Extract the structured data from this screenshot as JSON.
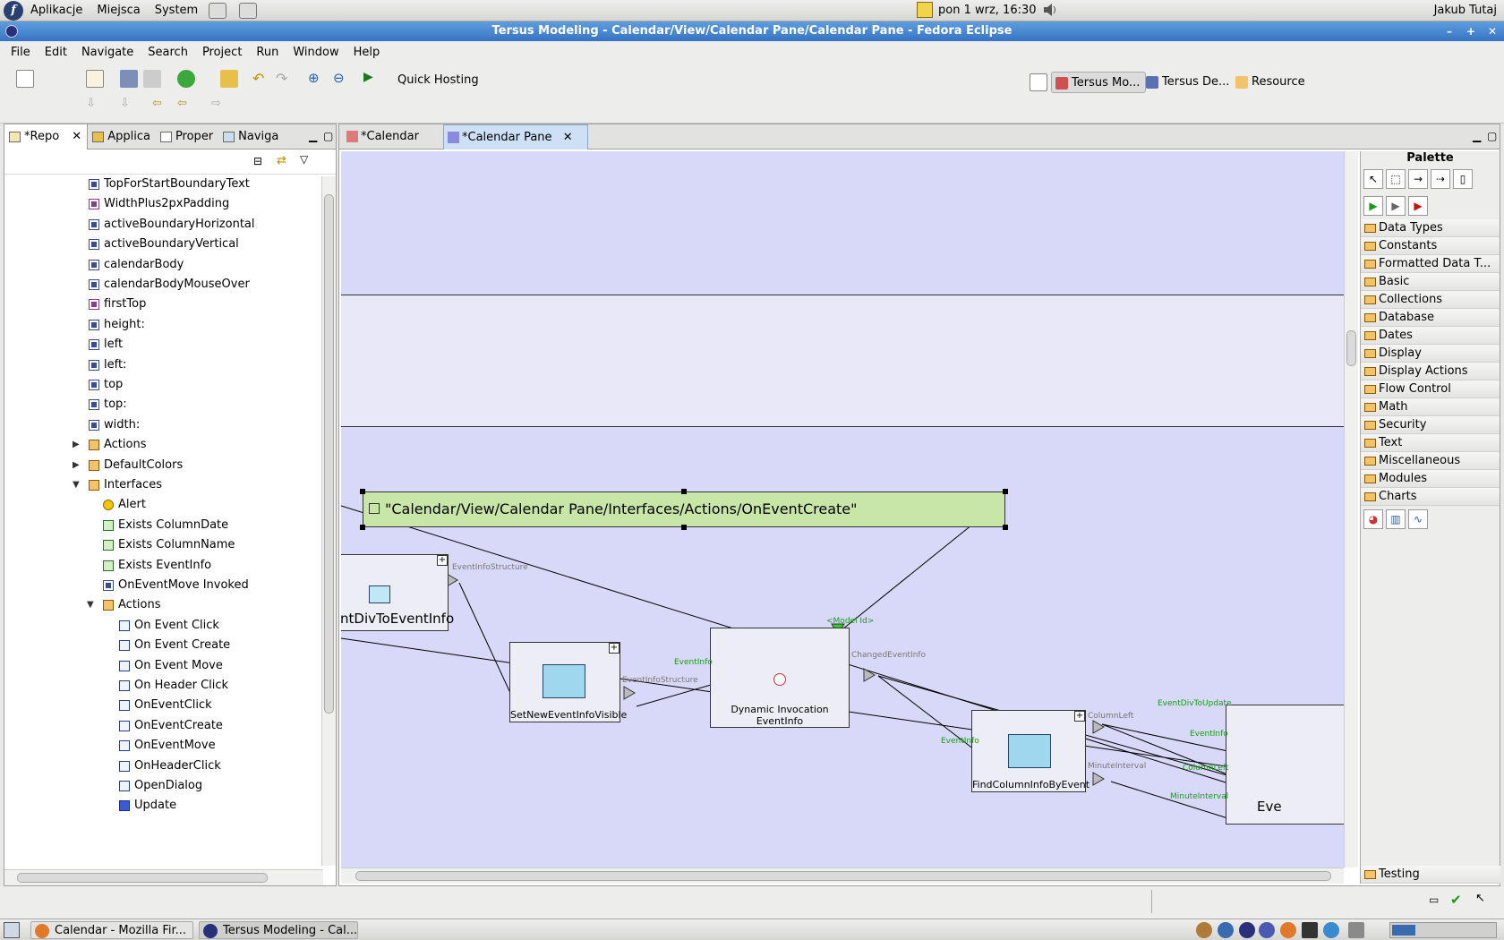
{
  "top_panel": {
    "menus": [
      "Aplikacje",
      "Miejsca",
      "System"
    ],
    "clock": "pon  1 wrz, 16:30",
    "user": "Jakub Tutaj"
  },
  "window": {
    "title": "Tersus Modeling - Calendar/View/Calendar Pane/Calendar Pane - Fedora Eclipse"
  },
  "menubar": [
    "File",
    "Edit",
    "Navigate",
    "Search",
    "Project",
    "Run",
    "Window",
    "Help"
  ],
  "toolbar": {
    "quick_hosting": "Quick Hosting",
    "perspectives": [
      "Tersus Mo...",
      "Tersus De...",
      "Resource"
    ]
  },
  "left_view": {
    "tabs": [
      "*Repo",
      "Applica",
      "Proper",
      "Naviga"
    ],
    "tree": [
      {
        "label": "TopForStartBoundaryText",
        "icon": "attribute-icon"
      },
      {
        "label": "WidthPlus2pxPadding",
        "icon": "attribute-purple-icon"
      },
      {
        "label": "activeBoundaryHorizontal",
        "icon": "attribute-icon"
      },
      {
        "label": "activeBoundaryVertical",
        "icon": "attribute-icon"
      },
      {
        "label": "calendarBody",
        "icon": "attribute-icon"
      },
      {
        "label": "calendarBodyMouseOver",
        "icon": "attribute-icon"
      },
      {
        "label": "firstTop",
        "icon": "attribute-purple-icon"
      },
      {
        "label": "height:",
        "icon": "attribute-icon"
      },
      {
        "label": "left",
        "icon": "attribute-icon"
      },
      {
        "label": "left:",
        "icon": "attribute-icon"
      },
      {
        "label": "top",
        "icon": "attribute-icon"
      },
      {
        "label": "top:",
        "icon": "attribute-icon"
      },
      {
        "label": "width:",
        "icon": "attribute-icon"
      },
      {
        "label": "Actions",
        "icon": "folder-icon",
        "expander": "collapsed"
      },
      {
        "label": "DefaultColors",
        "icon": "folder-icon",
        "expander": "collapsed"
      },
      {
        "label": "Interfaces",
        "icon": "folder-icon",
        "expander": "expanded"
      },
      {
        "label": "Alert",
        "icon": "alert-icon"
      },
      {
        "label": "Exists ColumnDate",
        "icon": "exists-icon"
      },
      {
        "label": "Exists ColumnName",
        "icon": "exists-icon"
      },
      {
        "label": "Exists EventInfo",
        "icon": "exists-icon"
      },
      {
        "label": "OnEventMove Invoked",
        "icon": "attribute-icon"
      },
      {
        "label": "Actions",
        "icon": "folder-icon",
        "expander": "expanded"
      },
      {
        "label": "On Event Click",
        "icon": "action-icon"
      },
      {
        "label": "On Event Create",
        "icon": "action-icon"
      },
      {
        "label": "On Event Move",
        "icon": "action-icon"
      },
      {
        "label": "On Header Click",
        "icon": "action-icon"
      },
      {
        "label": "OnEventClick",
        "icon": "action-icon"
      },
      {
        "label": "OnEventCreate",
        "icon": "action-icon"
      },
      {
        "label": "OnEventMove",
        "icon": "action-icon"
      },
      {
        "label": "OnHeaderClick",
        "icon": "action-icon"
      },
      {
        "label": "OpenDialog",
        "icon": "action-icon"
      },
      {
        "label": "Update",
        "icon": "update-icon"
      }
    ]
  },
  "editor": {
    "tabs": [
      "*Calendar",
      "*Calendar Pane"
    ],
    "note": "\"Calendar/View/Calendar Pane/Interfaces/Actions/OnEventCreate\"",
    "nodes": {
      "left_node": "ntDivToEventInfo",
      "set_visible": "SetNewEventInfoVisible",
      "dynamic": "Dynamic Invocation EventInfo",
      "find_column": "FindColumnInfoByEvent",
      "right_node": "Eve"
    },
    "port_labels": {
      "event_info_structure": "EventInfoStructure",
      "event_info": "EventInfo",
      "event_info_structure_2": "EventInfoStructure",
      "model_id": "<Model Id>",
      "changed_event_info": "ChangedEventInfo",
      "event_info_2": "EventInfo",
      "column_left": "ColumnLeft",
      "minute_interval": "MinuteInterval",
      "event_div_to_update": "EventDivToUpdate",
      "event_info_3": "EventInfo",
      "column_left_2": "ColumnLeft",
      "minute_interval_2": "MinuteInterval"
    }
  },
  "palette": {
    "title": "Palette",
    "drawers": [
      "Data Types",
      "Constants",
      "Formatted Data T...",
      "Basic",
      "Collections",
      "Database",
      "Dates",
      "Display",
      "Display Actions",
      "Flow Control",
      "Math",
      "Security",
      "Text",
      "Miscellaneous",
      "Modules",
      "Charts"
    ],
    "bottom_drawer": "Testing"
  },
  "taskbar": {
    "tasks": [
      "Calendar - Mozilla Fir...",
      "Tersus Modeling - Cal..."
    ]
  },
  "colors": {
    "canvas_bg": "#d8d8f8",
    "note_bg": "#c8e6a8",
    "titlebar": "#4a86d0",
    "port_green": "#2ecc2e"
  }
}
